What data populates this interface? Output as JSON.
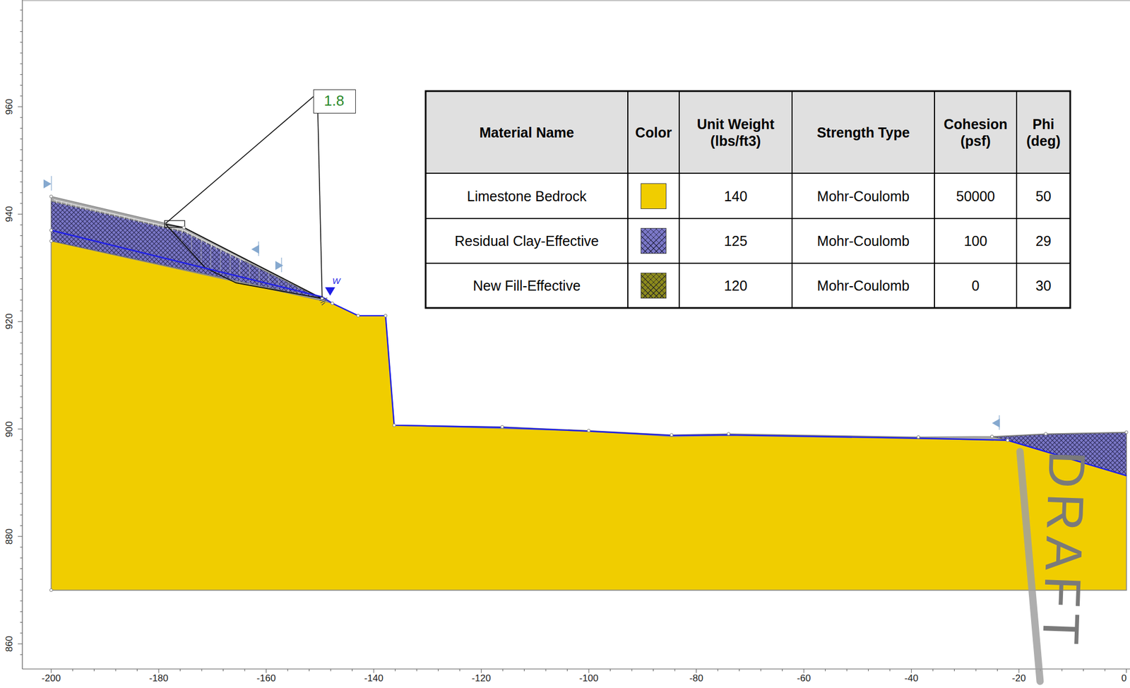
{
  "diagram": {
    "nodes": [
      {
        "text": [
          "1.8"
        ]
      }
    ],
    "labels": [
      "960",
      "940",
      "920",
      "900",
      "880",
      "860",
      "-200",
      "-180",
      "-160",
      "-140",
      "-120",
      "-100",
      "-80",
      "-60",
      "-40",
      "-20",
      "0",
      "W",
      "Material Name",
      "Color",
      "Unit Weight (lbs/ft3)",
      "Strength Type",
      "Cohesion (psf)",
      "Phi (deg)",
      "140",
      "Mohr-Coulomb",
      "50000",
      "50",
      "125",
      "Mohr-Coulomb",
      "100",
      "29",
      "120",
      "Mohr-Coulomb",
      "0",
      "30",
      "DRAFT"
    ],
    "legend": [
      {
        "text": "Limestone Bedrock",
        "color": "#f0cd00"
      },
      {
        "text": "Residual Clay-Effective",
        "color": "#7b78c8"
      },
      {
        "text": "New Fill-Effective",
        "color": "#8c8a1c"
      }
    ]
  }
}
